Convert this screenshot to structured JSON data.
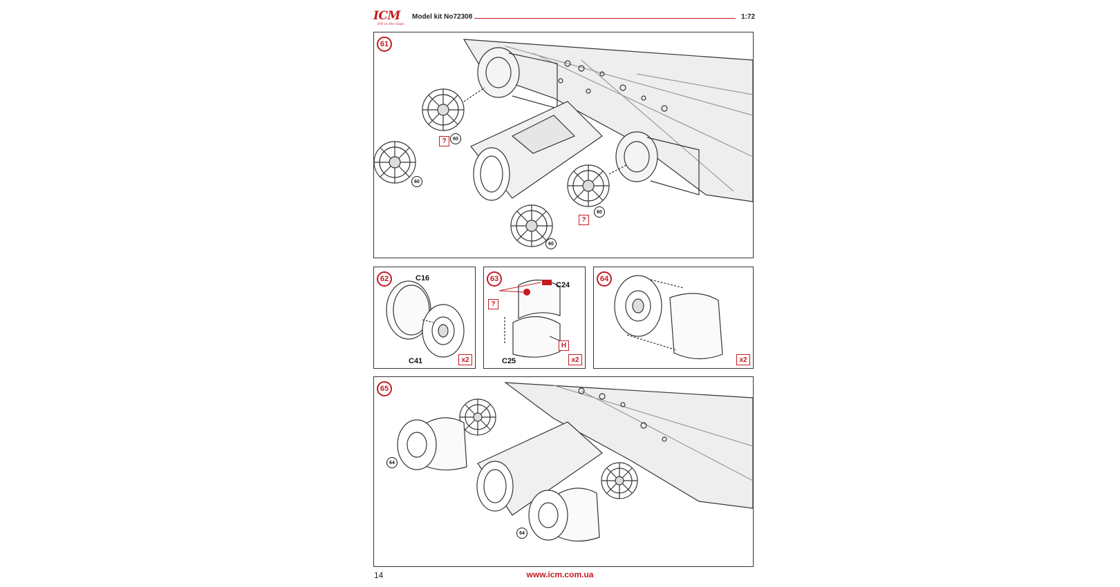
{
  "header": {
    "logo_text": "ICM",
    "logo_tagline": "Fill in the Gaps",
    "kit_label": "Model kit No72308",
    "scale": "1:72"
  },
  "colors": {
    "accent": "#c41a1f",
    "line": "#333333"
  },
  "steps": [
    {
      "number": "61",
      "refs": [
        "60",
        "60",
        "60",
        "60"
      ],
      "marks": [
        "?",
        "?"
      ]
    },
    {
      "number": "62",
      "parts": [
        "C16",
        "C41"
      ],
      "multiplier": "x2"
    },
    {
      "number": "63",
      "parts": [
        "C24",
        "C25"
      ],
      "marks": [
        "?",
        "H"
      ],
      "multiplier": "x2"
    },
    {
      "number": "64",
      "multiplier": "x2"
    },
    {
      "number": "65",
      "refs": [
        "64",
        "64"
      ]
    }
  ],
  "footer": {
    "page_number": "14",
    "url": "www.icm.com.ua"
  }
}
